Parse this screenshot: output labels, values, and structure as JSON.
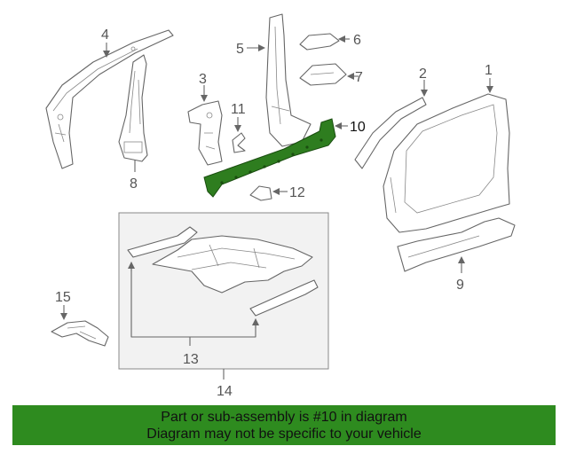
{
  "diagram": {
    "labels": {
      "l1": "1",
      "l2": "2",
      "l3": "3",
      "l4": "4",
      "l5": "5",
      "l6": "6",
      "l7": "7",
      "l8": "8",
      "l9": "9",
      "l10": "10",
      "l11": "11",
      "l12": "12",
      "l13": "13",
      "l14": "14",
      "l15": "15"
    },
    "highlight_color": "#2e7d1f"
  },
  "banner": {
    "line1": "Part or sub-assembly is #10 in diagram",
    "line2": "Diagram may not be specific to your vehicle",
    "color": "#2e8b1f"
  }
}
